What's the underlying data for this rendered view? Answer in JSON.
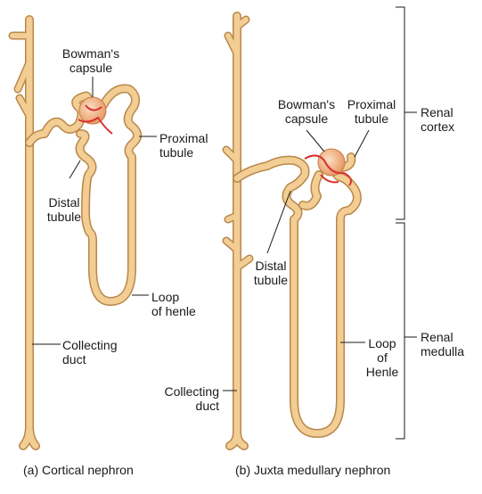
{
  "panel_a": {
    "caption": "(a) Cortical nephron",
    "labels": {
      "bowmans_capsule": [
        "Bowman's",
        "capsule"
      ],
      "proximal_tubule": [
        "Proximal",
        "tubule"
      ],
      "distal_tubule": [
        "Distal",
        "tubule"
      ],
      "loop_of_henle": [
        "Loop",
        "of henle"
      ],
      "collecting_duct": [
        "Collecting",
        "duct"
      ]
    }
  },
  "panel_b": {
    "caption": "(b) Juxta medullary nephron",
    "labels": {
      "bowmans_capsule": [
        "Bowman's",
        "capsule"
      ],
      "proximal_tubule": [
        "Proximal",
        "tubule"
      ],
      "distal_tubule": [
        "Distal",
        "tubule"
      ],
      "loop_of_henle": [
        "Loop",
        "of",
        "Henle"
      ],
      "collecting_duct": [
        "Collecting",
        "duct"
      ]
    }
  },
  "regions": {
    "renal_cortex": [
      "Renal",
      "cortex"
    ],
    "renal_medulla": [
      "Renal",
      "medulla"
    ]
  },
  "colors": {
    "tubule_fill": "#f2cd94",
    "tubule_edge": "#b9874a",
    "capillary": "#d9322e",
    "capsule": "#f0b27a"
  }
}
